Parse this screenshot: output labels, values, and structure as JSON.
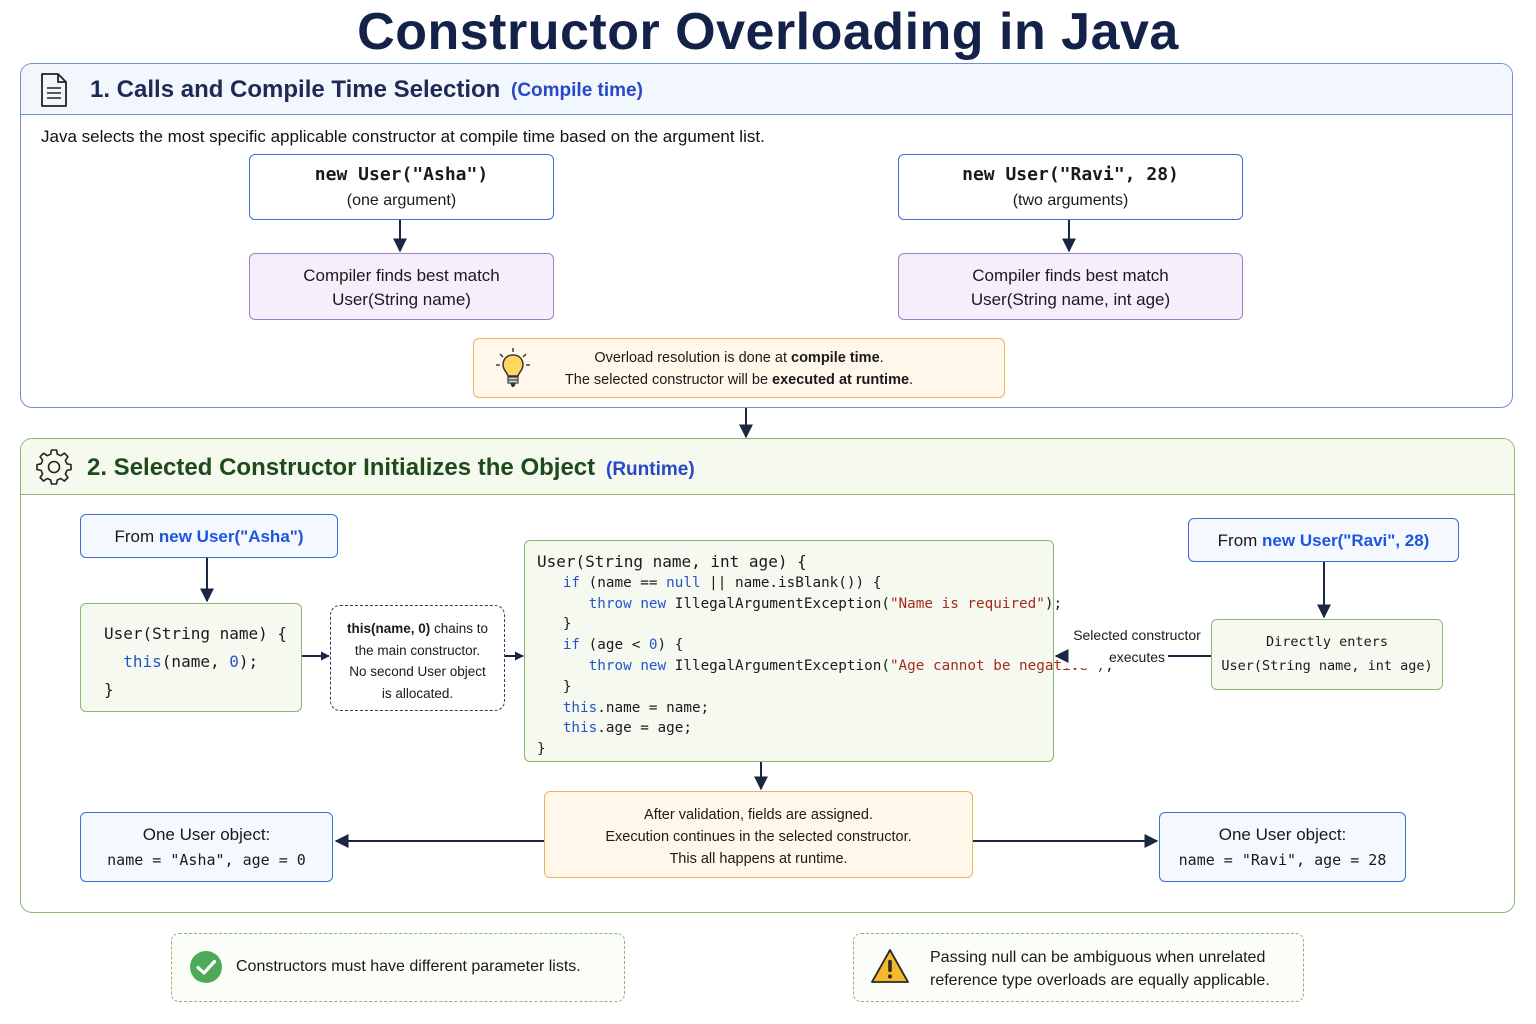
{
  "title": "Constructor Overloading in Java",
  "section1": {
    "heading": "1. Calls and Compile Time Selection",
    "tag": "(Compile time)",
    "intro": "Java selects the most specific applicable constructor at compile time based on the argument list.",
    "call_left": {
      "code": "new User(\"Asha\")",
      "note": "(one argument)"
    },
    "match_left": {
      "line1": "Compiler finds best match",
      "line2": "User(String name)"
    },
    "call_right": {
      "code": "new User(\"Ravi\", 28)",
      "note": "(two arguments)"
    },
    "match_right": {
      "line1": "Compiler finds best match",
      "line2": "User(String name, int age)"
    },
    "tip": {
      "l1_pre": "Overload resolution is done at ",
      "l1_bold": "compile time",
      "l1_post": ".",
      "l2_pre": "The selected constructor will be ",
      "l2_bold": "executed at runtime",
      "l2_post": "."
    }
  },
  "section2": {
    "heading": "2. Selected Constructor Initializes the Object",
    "tag": "(Runtime)",
    "from_left": {
      "pre": "From ",
      "code": "new User(\"Asha\")"
    },
    "from_right": {
      "pre": "From ",
      "code": "new User(\"Ravi\", 28)"
    },
    "ctor_one": {
      "l1": "User(String name) {",
      "this_kw": "this",
      "args_pre": "(name, ",
      "zero": "0",
      "args_post": ");",
      "close": "}"
    },
    "chain_note": {
      "bold": "this(name, 0)",
      "l1_rest": " chains to",
      "l2": "the main constructor.",
      "l3": "No second User object",
      "l4": "is allocated."
    },
    "main_ctor": {
      "signature": "User(String name, int age) {",
      "if_kw": "if",
      "c1_pre": " (name == ",
      "null_kw": "null",
      "c1_post": " || name.isBlank()) {",
      "throw_kw": "throw",
      "new_kw": "new",
      "exc": " IllegalArgumentException(",
      "msg1": "\"Name is required\"",
      "end": ");",
      "close_inner": "}",
      "c2_pre": " (age < ",
      "c2_zero": "0",
      "c2_post": ") {",
      "msg2": "\"Age cannot be negative\"",
      "this_kw": "this",
      "assign_name": ".name = name;",
      "assign_age": ".age = age;",
      "close": "}"
    },
    "executes_label": {
      "l1": "Selected constructor",
      "l2": "executes"
    },
    "direct_box": {
      "l1": "Directly enters",
      "l2": "User(String name, int age)"
    },
    "result_left": {
      "l1": "One User object:",
      "l2": "name = \"Asha\", age = 0"
    },
    "result_right": {
      "l1": "One User object:",
      "l2": "name = \"Ravi\", age = 28"
    },
    "after": {
      "l1": "After validation, fields are assigned.",
      "l2": "Execution continues in the selected constructor.",
      "l3": "This all  happens at runtime."
    }
  },
  "notes": {
    "left": "Constructors must have different parameter lists.",
    "right_l1": "Passing null can be ambiguous when unrelated",
    "right_l2": "reference type overloads are equally applicable."
  },
  "icons": [
    "document-icon",
    "gear-icon",
    "lightbulb-icon",
    "check-circle-icon",
    "warning-icon"
  ],
  "colors": {
    "title": "#14224a",
    "compile_border": "#6f8fd0",
    "runtime_border": "#8cb86e",
    "accent_blue": "#2454c8",
    "string_red": "#a62b1e",
    "tip_orange": "#f0b25c",
    "purple": "#9f80c8"
  }
}
